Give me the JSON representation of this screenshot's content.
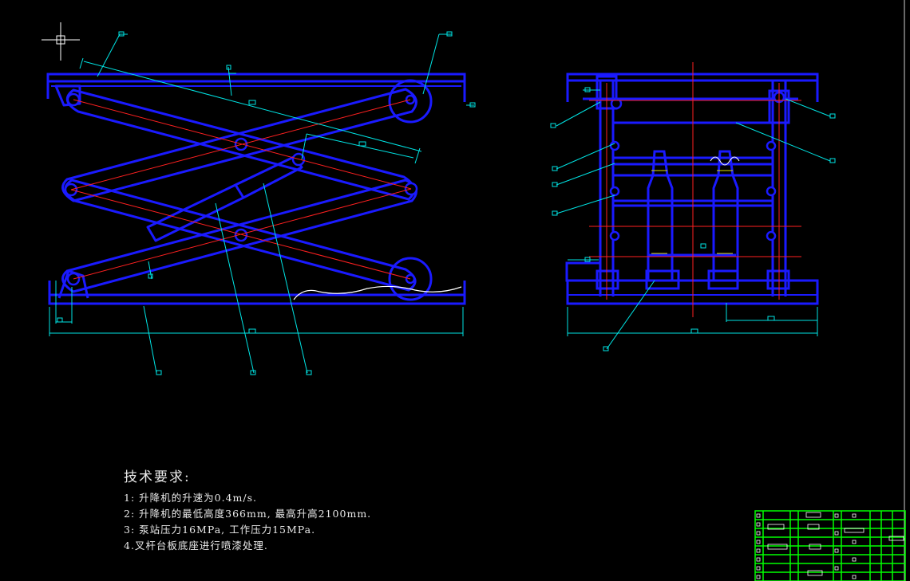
{
  "drawing": {
    "colors": {
      "background": "#000000",
      "structure": "#1a1aff",
      "centerline": "#ff2020",
      "dimension": "#00e5e5",
      "title_block": "#00ff00",
      "text": "#e8e8e8",
      "break_line": "#ffffff"
    }
  },
  "notes": {
    "title": "技术要求:",
    "lines": [
      "1: 升降机的升速为0.4m/s.",
      "2: 升降机的最低高度366mm, 最高升高2100mm.",
      "3: 泵站压力16MPa, 工作压力15MPa.",
      "4.叉杆台板底座进行喷漆处理."
    ]
  },
  "icons": {
    "cursor": "crosshair-cursor-icon"
  }
}
